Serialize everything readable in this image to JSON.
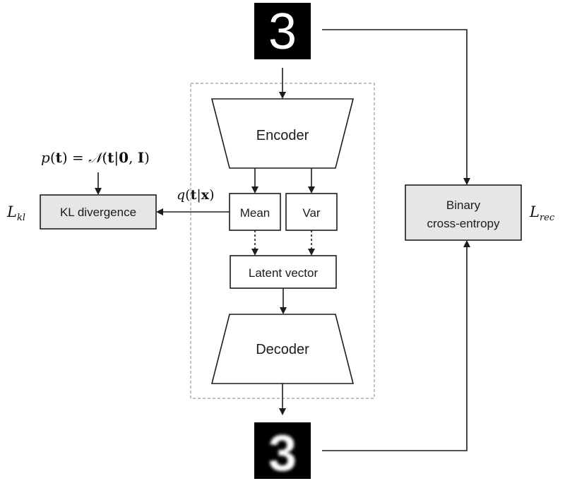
{
  "nodes": {
    "encoder": "Encoder",
    "decoder": "Decoder",
    "mean": "Mean",
    "var": "Var",
    "latent": "Latent vector",
    "kl": "KL divergence",
    "bce_line1": "Binary",
    "bce_line2": "cross-entropy"
  },
  "math": {
    "prior": {
      "p": "p",
      "t1": "t",
      "eq": " = ",
      "N": "𝒩",
      "t2": "t",
      "zero": "0",
      "I": "I"
    },
    "posterior": {
      "q": "q",
      "t": "t",
      "x": "x"
    },
    "l_kl": {
      "L": "L",
      "sub": "kl"
    },
    "l_rec": {
      "L": "L",
      "sub": "rec"
    }
  },
  "images": {
    "input_digit": "3",
    "output_digit": "3"
  },
  "colors": {
    "box_fill_loss": "#e6e6e6",
    "stroke": "#1c1c1c",
    "dashed_border": "#9a9a9a",
    "image_bg": "#000000",
    "digit": "#ffffff"
  }
}
